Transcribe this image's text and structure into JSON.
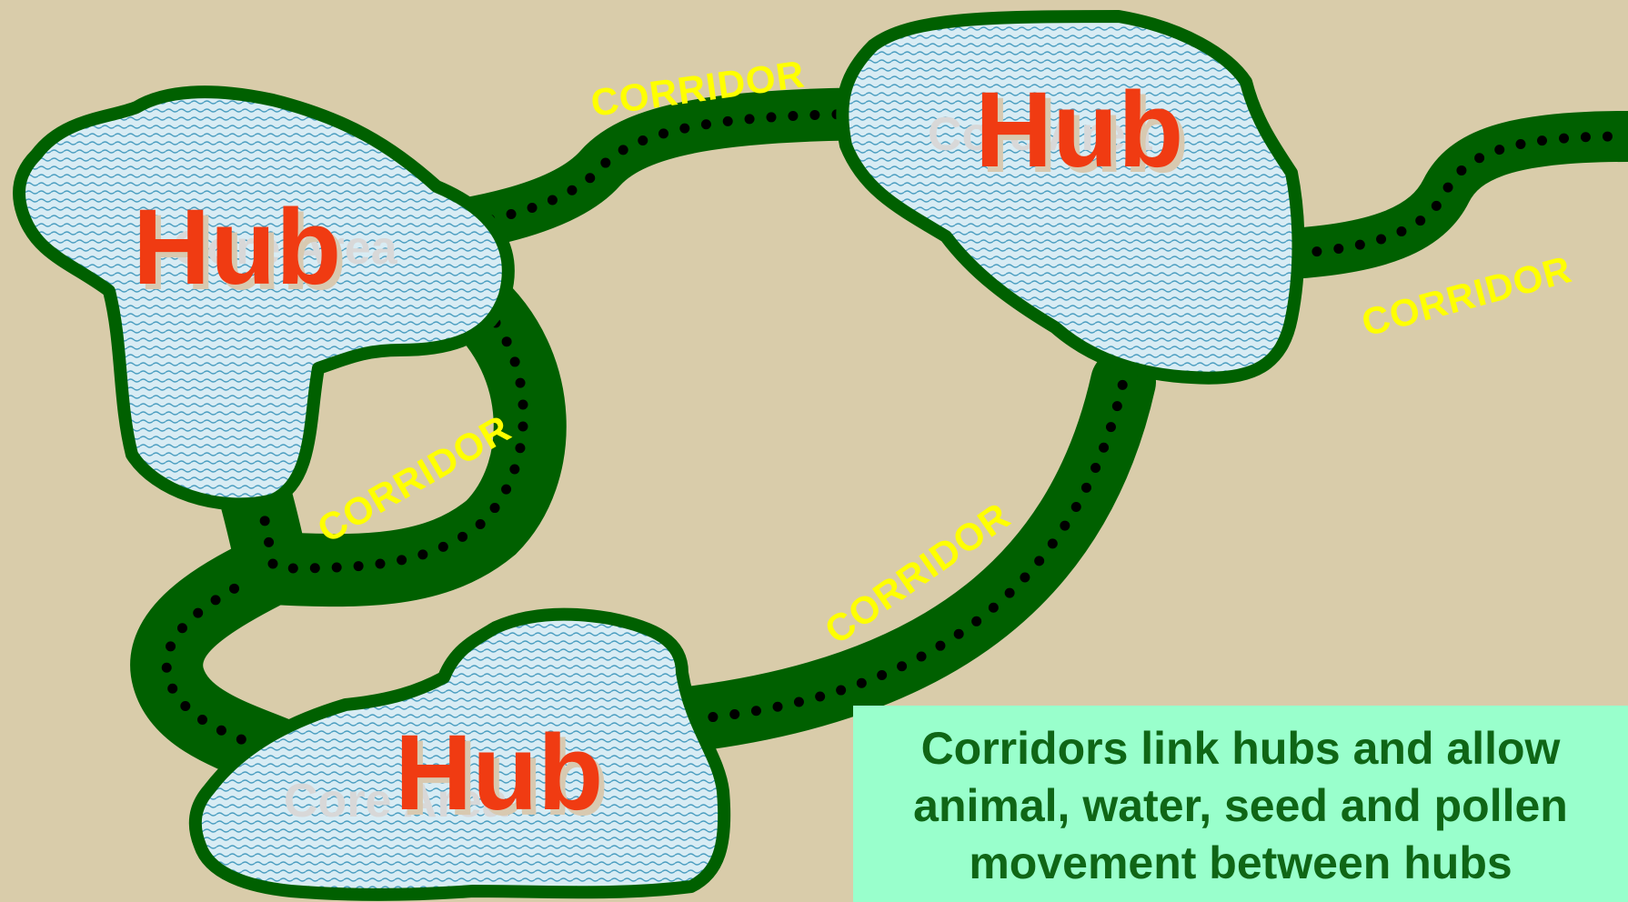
{
  "hubs": [
    {
      "label": "Hub",
      "ghost": "Core Area"
    },
    {
      "label": "Hub",
      "ghost": "Core Area"
    },
    {
      "label": "Hub",
      "ghost": "Core Area"
    }
  ],
  "corridor_label": "CORRIDOR",
  "caption": "Corridors link hubs and allow animal, water, seed and pollen movement between hubs",
  "colors": {
    "background": "#d9ccaa",
    "corridor": "#006000",
    "hub_fill": "#d8ecf4",
    "hub_pattern": "#4a9dc0",
    "hub_text": "#f03b12",
    "corridor_text": "#ffff00",
    "caption_bg": "#99ffcc",
    "caption_text": "#0f6616"
  }
}
